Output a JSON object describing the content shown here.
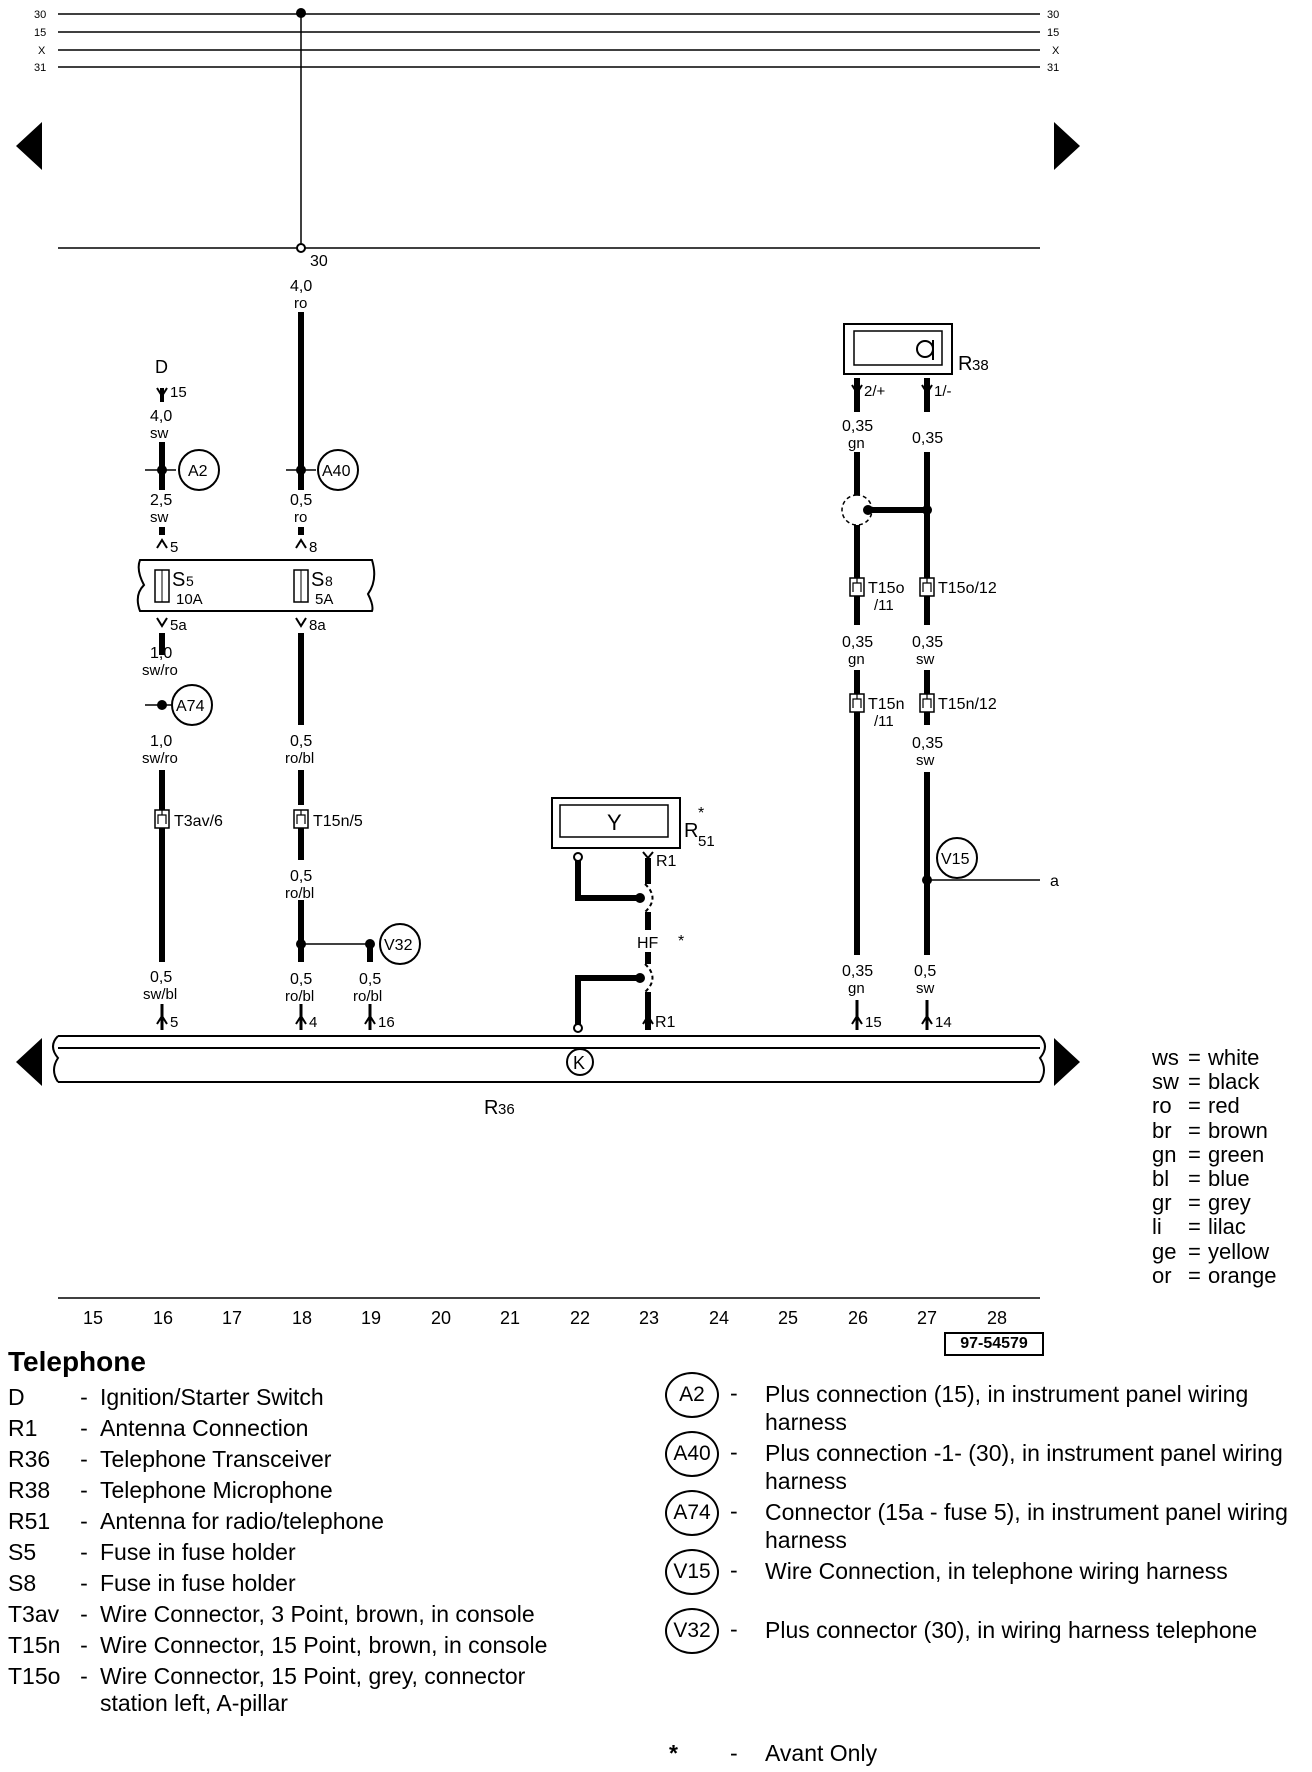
{
  "bus_lines": [
    {
      "label": "30"
    },
    {
      "label": "15"
    },
    {
      "label": "X"
    },
    {
      "label": "31"
    }
  ],
  "labels": {
    "n30": "30",
    "d": "D",
    "d_pin": "15",
    "w_40_sw_a": "4,0",
    "c_sw_a": "sw",
    "w_25": "2,5",
    "c_sw_b": "sw",
    "pin5": "5",
    "w_40_ro": "4,0",
    "c_ro_a": "ro",
    "w_05_a": "0,5",
    "c_ro_b": "ro",
    "pin8": "8",
    "s5": "S",
    "s5_sub": "5",
    "s5_amp": "10A",
    "s8": "S",
    "s8_sub": "8",
    "s8_amp": "5A",
    "pin5a": "5a",
    "pin8a": "8a",
    "w_10_a": "1,0",
    "c_swro_a": "sw/ro",
    "w_10_b": "1,0",
    "c_swro_b": "sw/ro",
    "t3av6": "T3av/6",
    "w_05_b": "0,5",
    "c_robl_a": "ro/bl",
    "t15n5": "T15n/5",
    "w_05_c": "0,5",
    "c_robl_b": "ro/bl",
    "w_05_d": "0,5",
    "c_swbl": "sw/bl",
    "pinb5": "5",
    "w_05_e": "0,5",
    "c_robl_c": "ro/bl",
    "pin4": "4",
    "w_05_f": "0,5",
    "c_robl_d": "ro/bl",
    "pin16": "16",
    "r51": "R",
    "r51_sub": "51",
    "star1": "*",
    "r1_top": "R1",
    "hf": "HF",
    "star2": "*",
    "r1_bot": "R1",
    "r38": "R",
    "r38_sub": "38",
    "p2": "2/+",
    "p1": "1/-",
    "w_035_a": "0,35",
    "c_gn_a": "gn",
    "w_035_b": "0,35",
    "t15o11a": "T15o",
    "t15o11b": "/11",
    "t15o12": "T15o/12",
    "w_035_c": "0,35",
    "c_gn_b": "gn",
    "w_035_d": "0,35",
    "c_sw_c": "sw",
    "t15n11a": "T15n",
    "t15n11b": "/11",
    "t15n12": "T15n/12",
    "w_035_e": "0,35",
    "c_sw_d": "sw",
    "a_label": "a",
    "w_035_f": "0,35",
    "c_gn_c": "gn",
    "pin15": "15",
    "w_05_g": "0,5",
    "c_sw_e": "sw",
    "pin14": "14",
    "r36": "R",
    "r36_sub": "36",
    "y": "Y",
    "k": "K",
    "a2": "A2",
    "a40": "A40",
    "a74": "A74",
    "v32": "V32",
    "v15": "V15"
  },
  "column_numbers": [
    "15",
    "16",
    "17",
    "18",
    "19",
    "20",
    "21",
    "22",
    "23",
    "24",
    "25",
    "26",
    "27",
    "28"
  ],
  "doc_id": "97-54579",
  "color_legend": [
    {
      "code": "ws",
      "name": "white"
    },
    {
      "code": "sw",
      "name": "black"
    },
    {
      "code": "ro",
      "name": "red"
    },
    {
      "code": "br",
      "name": "brown"
    },
    {
      "code": "gn",
      "name": "green"
    },
    {
      "code": "bl",
      "name": "blue"
    },
    {
      "code": "gr",
      "name": "grey"
    },
    {
      "code": "li",
      "name": "lilac"
    },
    {
      "code": "ge",
      "name": "yellow"
    },
    {
      "code": "or",
      "name": "orange"
    }
  ],
  "title": "Telephone",
  "components": [
    {
      "code": "D",
      "desc": "Ignition/Starter Switch"
    },
    {
      "code": "R1",
      "desc": "Antenna Connection"
    },
    {
      "code": "R36",
      "desc": "Telephone Transceiver"
    },
    {
      "code": "R38",
      "desc": "Telephone Microphone"
    },
    {
      "code": "R51",
      "desc": "Antenna for radio/telephone"
    },
    {
      "code": "S5",
      "desc": "Fuse in fuse holder"
    },
    {
      "code": "S8",
      "desc": "Fuse in fuse holder"
    },
    {
      "code": "T3av",
      "desc": "Wire Connector, 3 Point, brown, in console"
    },
    {
      "code": "T15n",
      "desc": "Wire Connector, 15 Point, brown, in console"
    },
    {
      "code": "T15o",
      "desc": "Wire Connector, 15 Point, grey, connector station left, A-pillar"
    }
  ],
  "connections": [
    {
      "code": "A2",
      "desc": "Plus connection (15), in instrument panel wiring harness"
    },
    {
      "code": "A40",
      "desc": "Plus connection -1- (30), in instrument panel wiring harness"
    },
    {
      "code": "A74",
      "desc": "Connector (15a - fuse 5), in instrument panel wiring harness"
    },
    {
      "code": "V15",
      "desc": "Wire Connection, in telephone wiring harness"
    },
    {
      "code": "V32",
      "desc": "Plus connector (30), in wiring harness telephone"
    }
  ],
  "dash": "-",
  "footnote": {
    "symbol": "*",
    "desc": "Avant Only"
  }
}
